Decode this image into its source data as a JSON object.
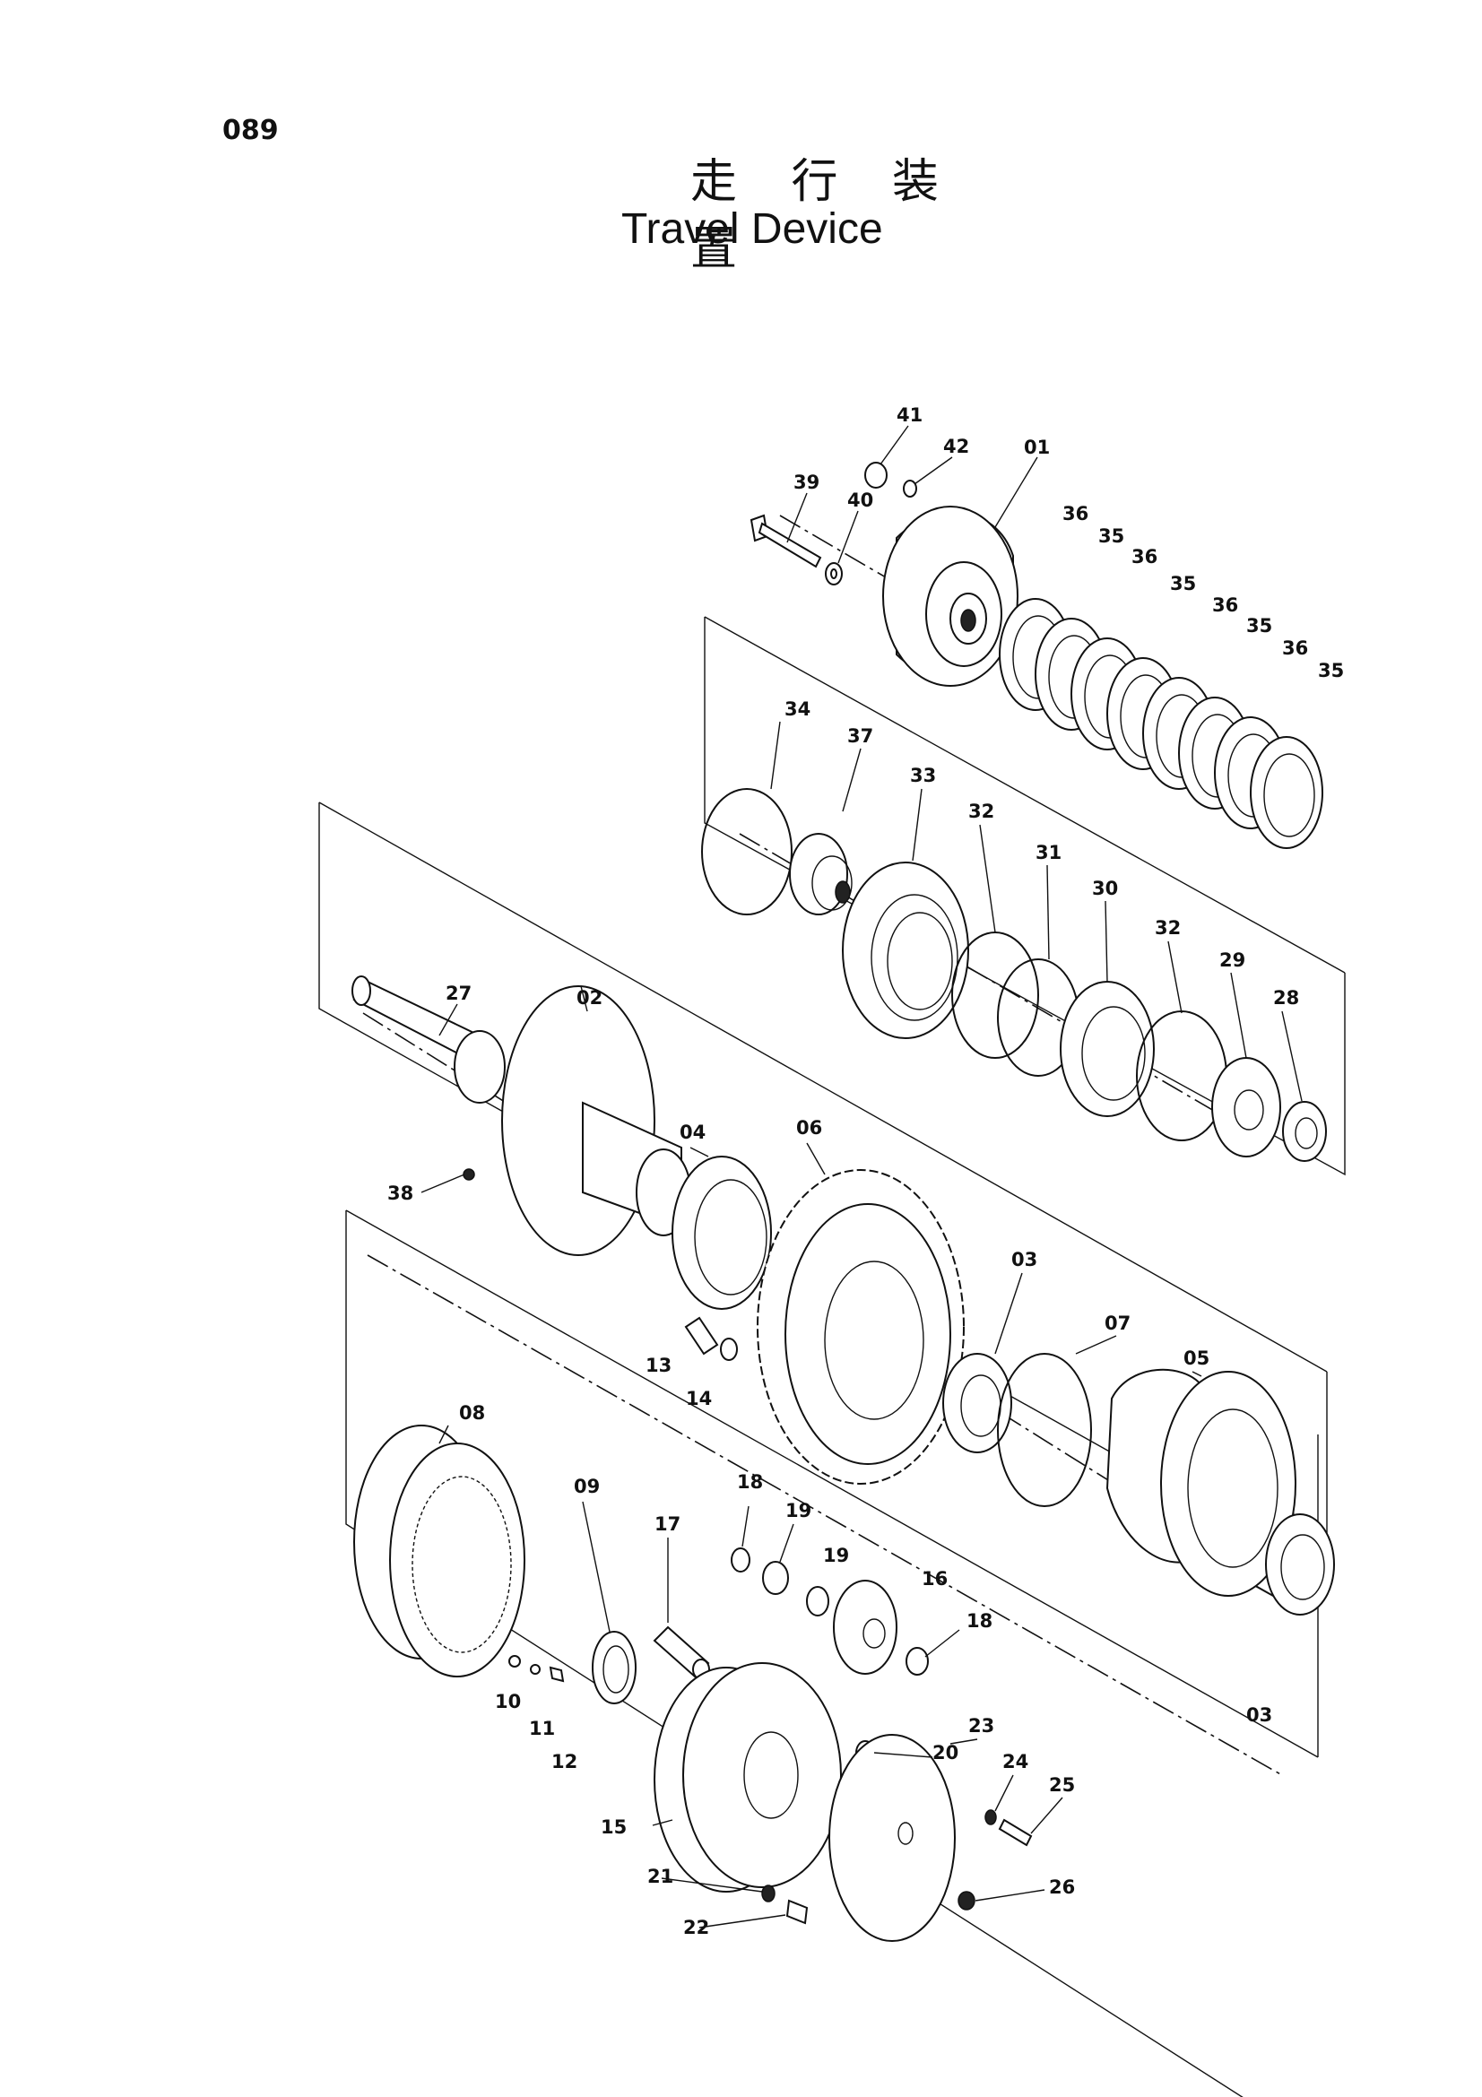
{
  "page_number": "089",
  "title_cn": "走 行 装 置",
  "title_en": "Travel Device",
  "callouts": [
    "41",
    "42",
    "01",
    "39",
    "40",
    "36",
    "35",
    "36",
    "35",
    "36",
    "35",
    "36",
    "35",
    "34",
    "37",
    "33",
    "32",
    "31",
    "30",
    "32",
    "29",
    "28",
    "27",
    "02",
    "04",
    "06",
    "38",
    "13",
    "14",
    "03",
    "07",
    "05",
    "08",
    "09",
    "18",
    "19",
    "19",
    "16",
    "17",
    "18",
    "03",
    "10",
    "11",
    "12",
    "20",
    "23",
    "24",
    "25",
    "15",
    "21",
    "22",
    "26"
  ]
}
